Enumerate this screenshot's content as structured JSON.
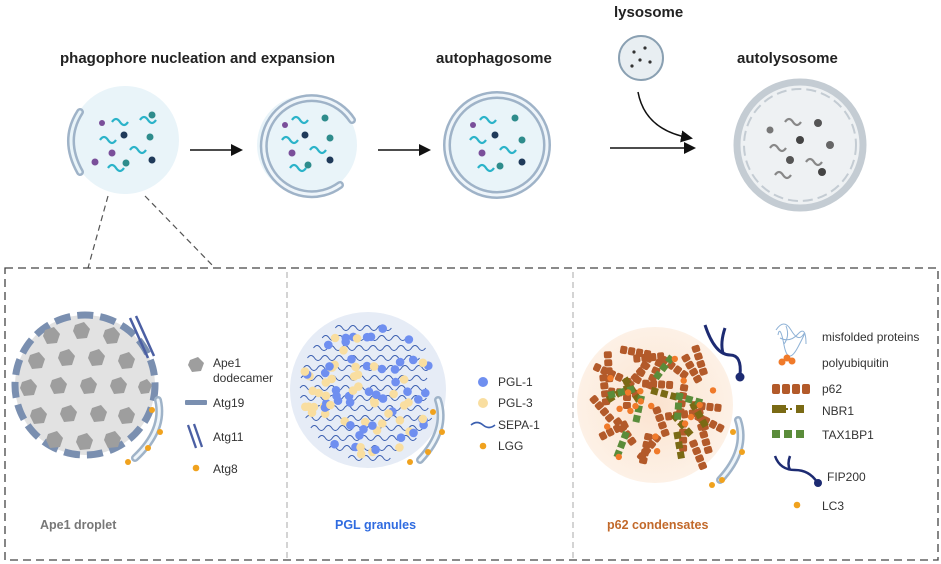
{
  "stages": {
    "nucleation": "phagophore nucleation and expansion",
    "autophagosome": "autophagosome",
    "lysosome": "lysosome",
    "autolysosome": "autolysosome"
  },
  "panels": [
    {
      "title": "Ape1 droplet",
      "title_color": "#777777",
      "legend": [
        {
          "label": "Ape1 dodecamer",
          "line1": "Ape1",
          "line2": "dodecamer"
        },
        {
          "label": "Atg19"
        },
        {
          "label": "Atg11"
        },
        {
          "label": "Atg8"
        }
      ]
    },
    {
      "title": "PGL granules",
      "title_color": "#2f6be0",
      "legend": [
        {
          "label": "PGL-1"
        },
        {
          "label": "PGL-3"
        },
        {
          "label": "SEPA-1"
        },
        {
          "label": "LGG"
        }
      ]
    },
    {
      "title": "p62 condensates",
      "title_color": "#c2692a",
      "legend": [
        {
          "label": "misfolded proteins"
        },
        {
          "label": "polyubiquitin"
        },
        {
          "label": "p62"
        },
        {
          "label": "NBR1"
        },
        {
          "label": "TAX1BP1"
        },
        {
          "label": "FIP200"
        },
        {
          "label": "LC3"
        }
      ]
    }
  ],
  "colors": {
    "membrane": "#9fb3c8",
    "vesicle_fill": "#e9f4f9",
    "cargo_cyan": "#2bb3c9",
    "cargo_purple": "#7a4f9a",
    "cargo_navy": "#1f3a5a",
    "cargo_teal": "#2e8c8c",
    "atg8_orange": "#f0a21e",
    "pgl1_blue": "#6f8ff0",
    "pgl3_yellow": "#f9dea0",
    "p62_brown": "#b35a2a",
    "nbr1_olive": "#7a6a14",
    "tax1bp1_green": "#5a8c3a",
    "fip200_navy": "#1d2b72"
  }
}
